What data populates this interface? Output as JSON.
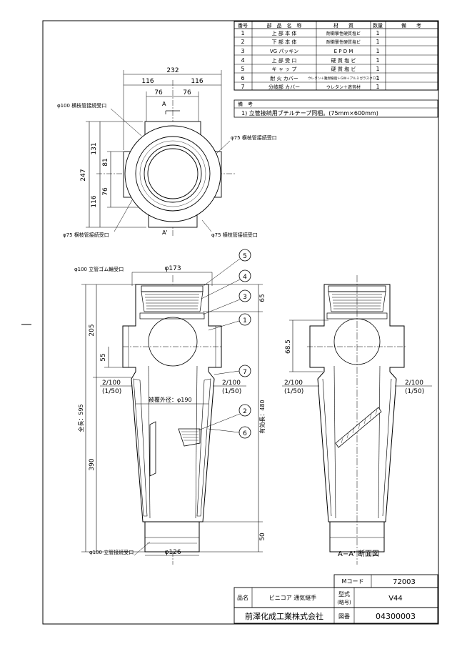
{
  "parts_table": {
    "headers": [
      "番号",
      "部　品　名　称",
      "材　　質",
      "数量",
      "備　　考"
    ],
    "rows": [
      {
        "no": "1",
        "name": "上 部 本 体",
        "material": "耐衝撃性硬質塩ビ",
        "qty": "1"
      },
      {
        "no": "2",
        "name": "下 部 本 体",
        "material": "耐衝撃性硬質塩ビ",
        "qty": "1"
      },
      {
        "no": "3",
        "name": "VG パッキン",
        "material": "E P D M",
        "qty": "1"
      },
      {
        "no": "4",
        "name": "上 部 受 口",
        "material": "硬 質 塩 ビ",
        "qty": "1"
      },
      {
        "no": "5",
        "name": "キ ャ ッ プ",
        "material": "硬 質 塩 ビ",
        "qty": "1"
      },
      {
        "no": "6",
        "name": "耐 火 カバー",
        "material": "ウレタン＋難燃樹脂＋GW＋アルミガラスクロス",
        "qty": "1"
      },
      {
        "no": "7",
        "name": "分岐部 カバー",
        "material": "ウレタン＋遮音材",
        "qty": "1"
      }
    ]
  },
  "notes": {
    "header": "備　考",
    "items": [
      "1) 立管接続用ブチルテープ同梱。(75mm×600mm)"
    ]
  },
  "plan_view": {
    "dim_total": "232",
    "dim_left": "116",
    "dim_right": "116",
    "dim_inner_left": "76",
    "dim_inner_right": "76",
    "dim_131": "131",
    "dim_81": "81",
    "dim_247": "247",
    "dim_76": "76",
    "dim_116": "116",
    "section_a": "A",
    "section_a2": "A'",
    "label_top_left": "φ100 横枝管接続受口",
    "label_right": "φ75 横枝管接続受口",
    "label_bottom_left": "φ75 横枝管接続受口",
    "label_bottom_right": "φ75 横枝管接続受口"
  },
  "front_view": {
    "label_top": "φ100 立管ゴム輪受口",
    "dim_173": "φ173",
    "dim_205": "205",
    "dim_65": "65",
    "dim_55": "55",
    "slope_left": "2/100",
    "slope_left_sub": "(1/50)",
    "slope_right": "2/100",
    "slope_right_sub": "(1/50)",
    "cover_od": "被覆外径：φ190",
    "total_length": "全長：595",
    "effective_length": "有効長：480",
    "dim_390": "390",
    "dim_50": "50",
    "label_bottom": "φ100 立管接続受口",
    "dim_126": "φ126",
    "callouts": [
      "5",
      "4",
      "3",
      "1",
      "7",
      "2",
      "6"
    ]
  },
  "section_view": {
    "dim_685": "68.5",
    "slope_left": "2/100",
    "slope_left_sub": "(1/50)",
    "slope_right": "2/100",
    "slope_right_sub": "(1/50)",
    "caption": "A−A' 断面図"
  },
  "title_block": {
    "m_code_label": "Mコード",
    "m_code": "72003",
    "product_label": "品名",
    "product": "ビニコア 通気継手",
    "model_label": "型式",
    "model_label_sub": "(略号)",
    "model": "V44",
    "company": "前澤化成工業株式会社",
    "drawing_no_label": "図番",
    "drawing_no": "04300003"
  }
}
